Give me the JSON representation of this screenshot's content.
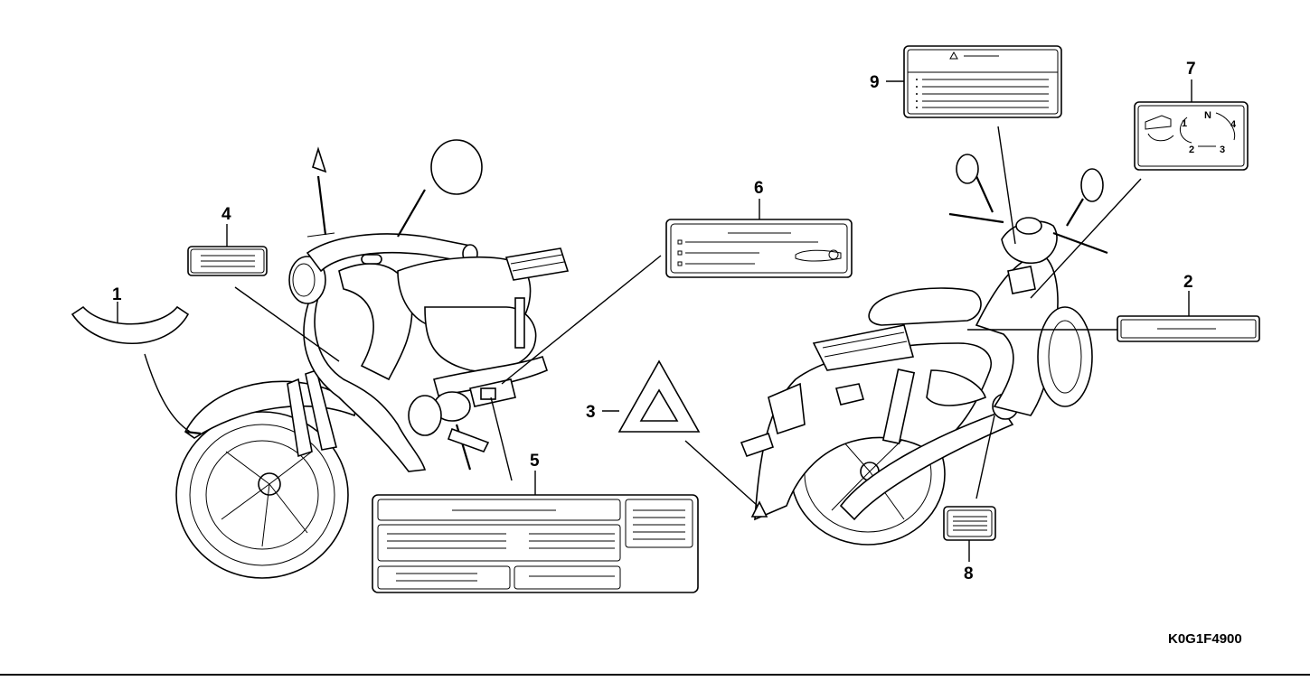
{
  "diagram": {
    "part_code": "K0G1F4900",
    "callouts": [
      {
        "id": "1",
        "text": "1"
      },
      {
        "id": "2",
        "text": "2"
      },
      {
        "id": "3",
        "text": "3"
      },
      {
        "id": "4",
        "text": "4"
      },
      {
        "id": "5",
        "text": "5"
      },
      {
        "id": "6",
        "text": "6"
      },
      {
        "id": "7",
        "text": "7"
      },
      {
        "id": "8",
        "text": "8"
      },
      {
        "id": "9",
        "text": "9"
      }
    ],
    "gear_label": {
      "n": "N",
      "one": "1",
      "two": "2",
      "three": "3",
      "four": "4"
    }
  }
}
